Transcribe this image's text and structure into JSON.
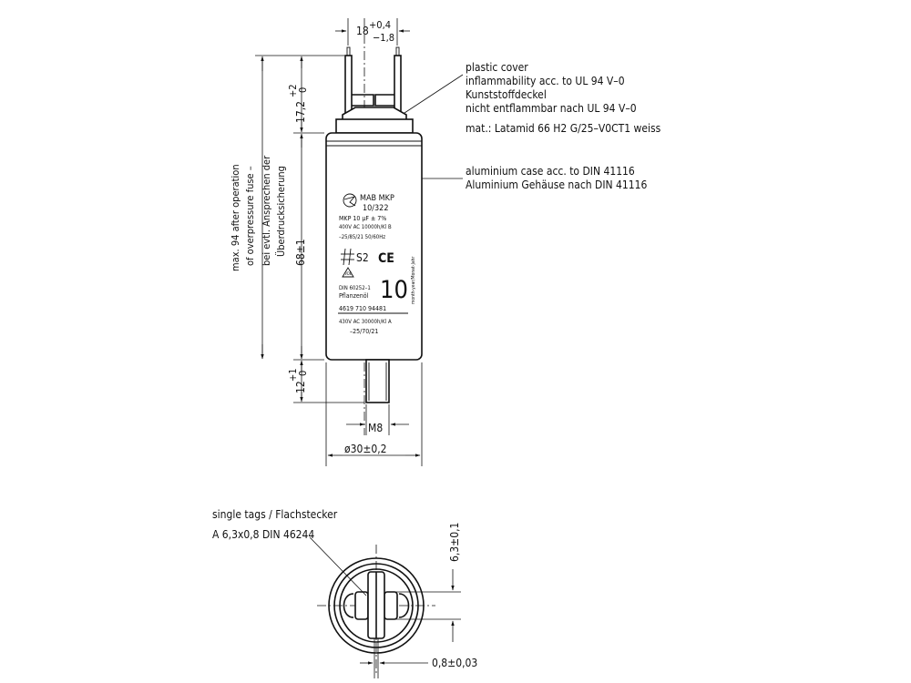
{
  "top_view": {
    "dimensions": {
      "tag_spacing": "18+0,4/−1,8",
      "tag_spacing_base": "18",
      "tag_spacing_tol_upper": "+0,4",
      "tag_spacing_tol_lower": "−1,8",
      "terminal_height": "17,2",
      "terminal_height_tol_upper": "+2",
      "terminal_height_tol_lower": "0",
      "body_length": "68±1",
      "stud_length": "12",
      "stud_length_tol_upper": "+1",
      "stud_length_tol_lower": "0",
      "thread": "M8",
      "diameter": "ø30±0,2"
    },
    "side_note": [
      "max. 94 after operation",
      "of overpressure fuse –",
      "bei evtl. Ansprechen der",
      "Überdrucksicherung"
    ],
    "callouts": {
      "plastic_cover": [
        "plastic cover",
        "inflammability acc. to UL 94 V–0",
        "Kunststoffdeckel",
        "nicht entflammbar nach UL 94 V–0",
        "mat.: Latamid 66 H2 G/25–V0CT1 weiss"
      ],
      "aluminium_case": [
        "aluminium case acc. to  DIN 41116",
        "Aluminium Gehäuse nach DIN 41116"
      ]
    },
    "label": {
      "brand": "MAB MKP",
      "model": "10/322",
      "rating": "MKP 10 µF ± 7%",
      "line1": "400V AC 10000h/Kl B",
      "line2": "–25/85/21 50/60Hz",
      "class": "S2",
      "ce_mark": "CE",
      "vde_mark": "VDE",
      "standard": "DIN 60252–1",
      "oil": "Pflanzenöl",
      "big_number": "10",
      "date_note": "month-year/Monat-Jahr",
      "part_number": "4619  710  94481",
      "line3": "430V AC 30000h/Kl A",
      "line4": "–25/70/21"
    }
  },
  "bottom_view": {
    "callout": [
      "single tags / Flachstecker",
      "A 6,3x0,8 DIN 46244"
    ],
    "dimensions": {
      "tag_width": "6,3±0,1",
      "tag_thickness": "0,8±0,03"
    }
  }
}
